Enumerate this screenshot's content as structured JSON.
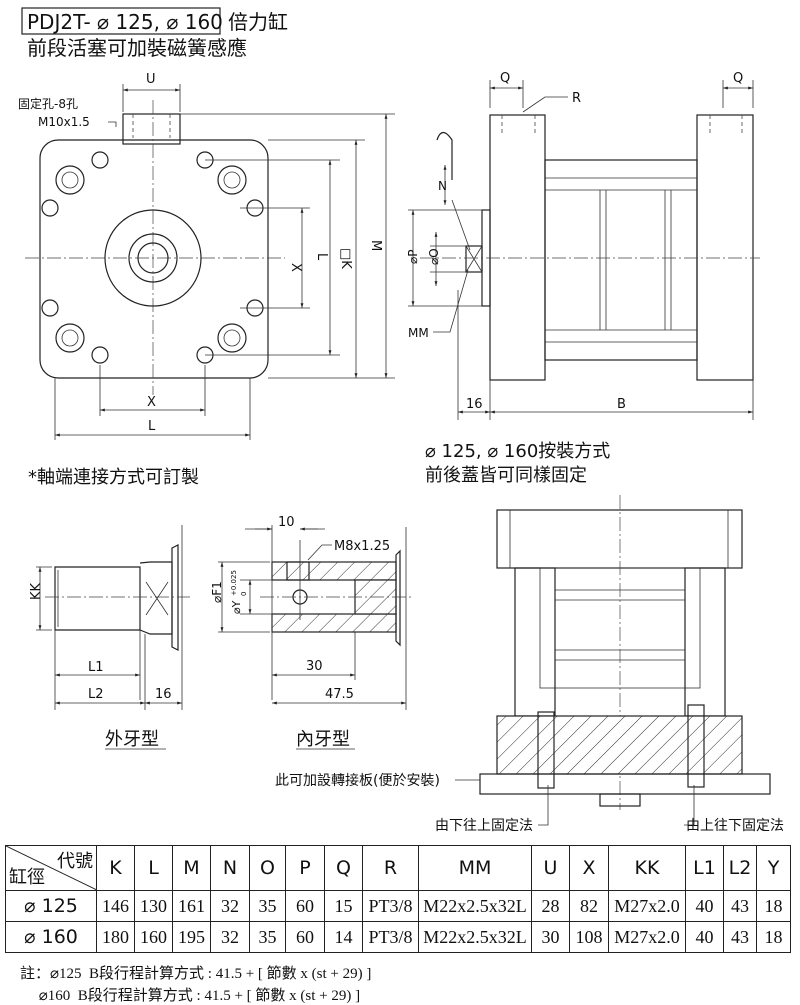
{
  "title": {
    "model": "PDJ2T- ⌀ 125, ⌀ 160",
    "name": "倍力缸",
    "subtitle": "前段活塞可加裝磁簧感應"
  },
  "front_view": {
    "mount_hole_label": "固定孔-8孔",
    "mount_thread": "M10x1.5",
    "dim_u": "U",
    "dim_x_v": "X",
    "dim_l_v": "L",
    "dim_k": "□K",
    "dim_m": "M",
    "dim_x_h": "X",
    "dim_l_h": "L"
  },
  "side_view": {
    "dim_q_left": "Q",
    "dim_q_right": "Q",
    "dim_r": "R",
    "dim_n": "N",
    "dim_p": "⌀P",
    "dim_o": "⌀O",
    "dim_mm": "MM",
    "dim_16": "16",
    "dim_b": "B"
  },
  "mounting_note": {
    "line1": "⌀ 125, ⌀ 160按裝方式",
    "line2": "前後蓋皆可同樣固定"
  },
  "custom_note": "*軸端連接方式可訂製",
  "male_type": {
    "label": "外牙型",
    "dim_kk": "KK",
    "dim_l1": "L1",
    "dim_l2": "L2",
    "dim_16": "16"
  },
  "female_type": {
    "label": "內牙型",
    "dim_10": "10",
    "thread": "M8x1.25",
    "dim_f1": "⌀F1",
    "dim_y": "⌀Y",
    "tol_upper": "+0.025",
    "tol_lower": "0",
    "dim_30": "30",
    "dim_475": "47.5"
  },
  "mounting_view": {
    "adapter_label": "此可加設轉接板(便於安裝)",
    "bottom_up": "由下往上固定法",
    "top_down": "由上往下固定法"
  },
  "table": {
    "corner_top": "代號",
    "corner_bottom": "缸徑",
    "headers": [
      "K",
      "L",
      "M",
      "N",
      "O",
      "P",
      "Q",
      "R",
      "MM",
      "U",
      "X",
      "KK",
      "L1",
      "L2",
      "Y"
    ],
    "rows": [
      {
        "bore": "⌀ 125",
        "values": [
          "146",
          "130",
          "161",
          "32",
          "35",
          "60",
          "15",
          "PT3/8",
          "M22x2.5x32L",
          "28",
          "82",
          "M27x2.0",
          "40",
          "43",
          "18"
        ]
      },
      {
        "bore": "⌀ 160",
        "values": [
          "180",
          "160",
          "195",
          "32",
          "35",
          "60",
          "14",
          "PT3/8",
          "M22x2.5x32L",
          "30",
          "108",
          "M27x2.0",
          "40",
          "43",
          "18"
        ]
      }
    ]
  },
  "notes": {
    "line1": "註：⌀125  B段行程計算方式 : 41.5 + [ 節數 x (st + 29) ]",
    "line2": "     ⌀160  B段行程計算方式 : 41.5 + [ 節數 x (st + 29) ]"
  }
}
